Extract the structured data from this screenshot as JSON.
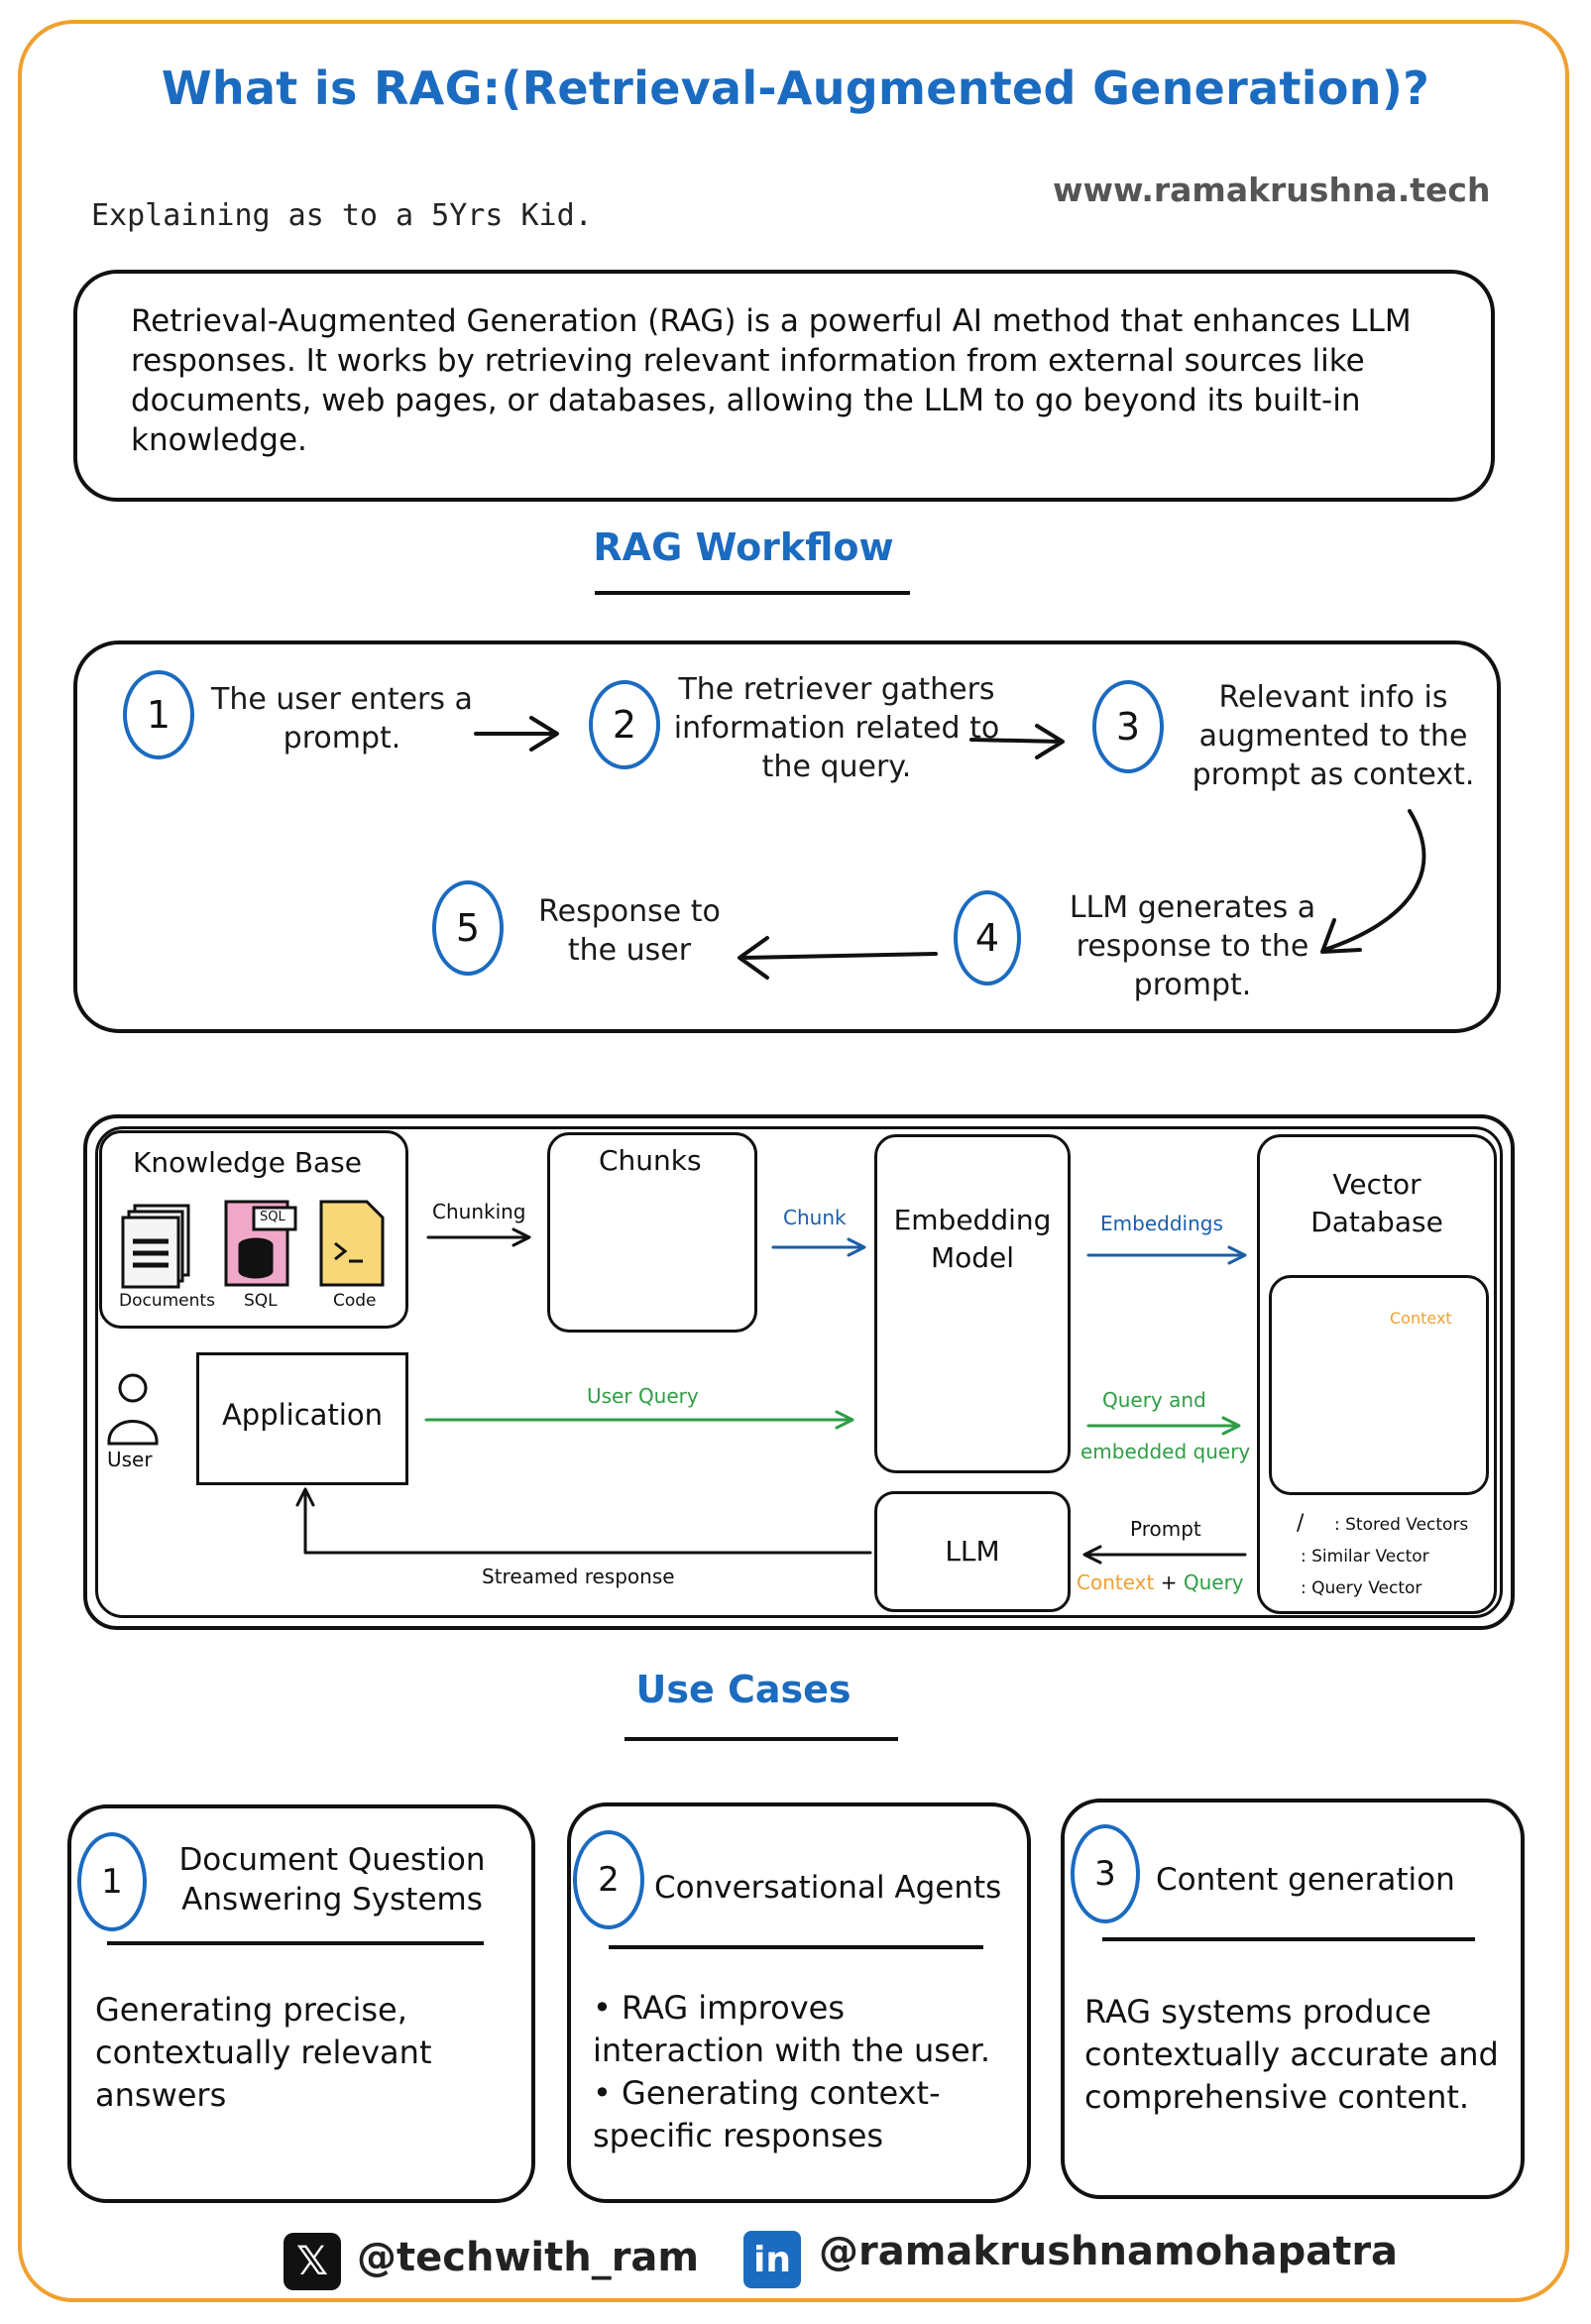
{
  "title": "What is RAG:(Retrieval-Augmented Generation)?",
  "website": "www.ramakrushna.tech",
  "subtitle": "Explaining as to a 5Yrs Kid.",
  "intro": "Retrieval-Augmented Generation (RAG) is a powerful AI method that enhances LLM responses. It works by retrieving relevant information from external sources like documents, web pages, or databases, allowing the LLM to go beyond its built-in knowledge.",
  "workflow": {
    "heading": "RAG Workflow",
    "steps": [
      {
        "num": "1",
        "text": "The user enters a prompt."
      },
      {
        "num": "2",
        "text": "The retriever gathers information related to the query."
      },
      {
        "num": "3",
        "text": "Relevant info is augmented to the prompt as context."
      },
      {
        "num": "4",
        "text": "LLM generates a response to the prompt."
      },
      {
        "num": "5",
        "text": "Response to the user"
      }
    ]
  },
  "diagram": {
    "knowledge_base": "Knowledge Base",
    "kb_items": [
      "Documents",
      "SQL",
      "Code"
    ],
    "sql_tag": "SQL",
    "chunking": "Chunking",
    "chunks": "Chunks",
    "chunk": "Chunk",
    "embedding_model": "Embedding Model",
    "embeddings": "Embeddings",
    "vector_database": "Vector Database",
    "context_label": "Context",
    "user": "User",
    "application": "Application",
    "user_query": "User Query",
    "query_and": "Query and",
    "embedded_query": "embedded query",
    "llm": "LLM",
    "prompt": "Prompt",
    "context": "Context",
    "plus": "+",
    "query": "Query",
    "streamed_response": "Streamed response",
    "legend": {
      "stored": ": Stored Vectors",
      "stored_sep": "/",
      "similar": ": Similar Vector",
      "query": ": Query Vector"
    },
    "colors": {
      "blue": "#1b5ea8",
      "green": "#2e9e44",
      "orange": "#f0a030",
      "gray": "#cfcfcf"
    }
  },
  "use_cases": {
    "heading": "Use Cases",
    "items": [
      {
        "num": "1",
        "title": "Document Question Answering Systems",
        "body": "Generating precise, contextually relevant answers"
      },
      {
        "num": "2",
        "title": "Conversational Agents",
        "body_lines": [
          "• RAG improves interaction with the user.",
          "• Generating context-specific responses"
        ]
      },
      {
        "num": "3",
        "title": "Content generation",
        "body": "RAG systems produce contextually accurate and comprehensive content."
      }
    ]
  },
  "footer": {
    "twitter_icon": "x-logo-icon",
    "twitter": "@techwith_ram",
    "linkedin_icon": "linkedin-logo-icon",
    "linkedin_letters": "in",
    "linkedin": "@ramakrushnamohapatra"
  }
}
